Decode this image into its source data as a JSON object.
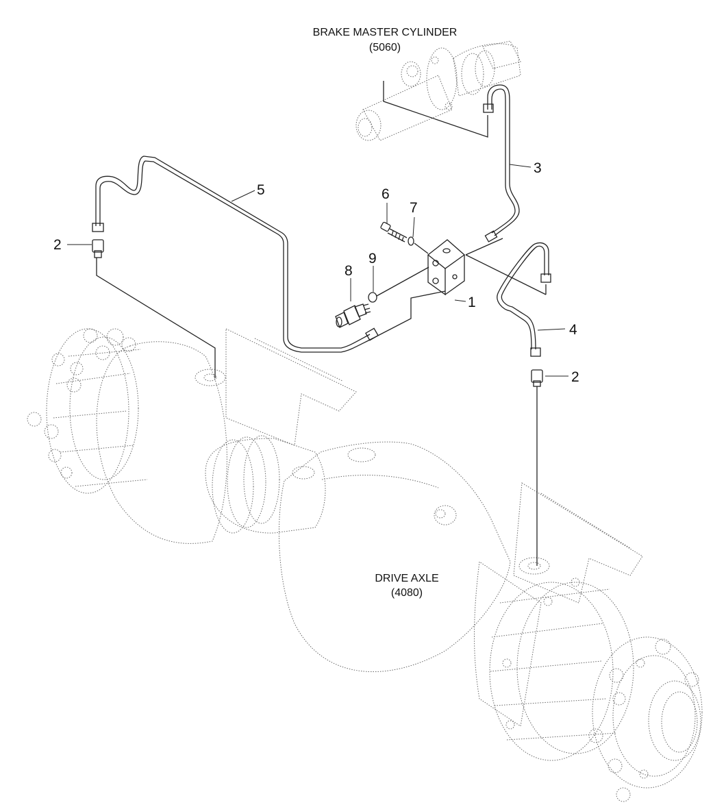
{
  "assemblies": {
    "master_cylinder": {
      "name": "BRAKE MASTER CYLINDER",
      "code": "(5060)"
    },
    "drive_axle": {
      "name": "DRIVE AXLE",
      "code": "(4080)"
    }
  },
  "callouts": [
    "1",
    "2",
    "2",
    "3",
    "4",
    "5",
    "6",
    "7",
    "8",
    "9"
  ],
  "colors": {
    "line": "#222222",
    "reference_line": "#666666",
    "background": "#ffffff"
  }
}
